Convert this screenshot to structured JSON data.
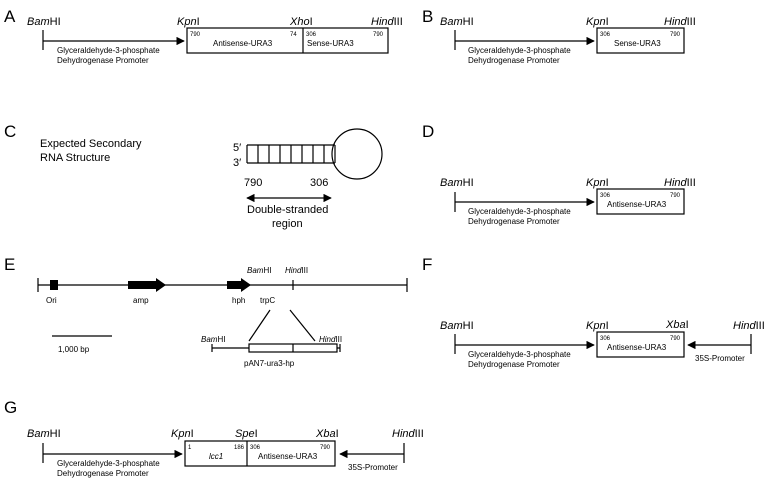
{
  "labels": {
    "A": "A",
    "B": "B",
    "C": "C",
    "D": "D",
    "E": "E",
    "F": "F",
    "G": "G"
  },
  "sites": {
    "bam_italic": "Bam",
    "bam_rest": "HI",
    "kpn_italic": "Kpn",
    "kpn_rest": "I",
    "xho_italic": "Xho",
    "xho_rest": "I",
    "hind_italic": "Hind",
    "hind_rest": "III",
    "spe_italic": "Spe",
    "spe_rest": "I",
    "xba_italic": "Xba",
    "xba_rest": "I"
  },
  "promoter": {
    "line1": "Glyceraldehyde-3-phosphate",
    "line2": "Dehydrogenase Promoter"
  },
  "promoter_35s": "35S-Promoter",
  "panel_a": {
    "antisense": "Antisense-URA3",
    "sense": "Sense-URA3",
    "n790a": "790",
    "n74": "74",
    "n306": "306",
    "n790b": "790"
  },
  "panel_b": {
    "sense": "Sense-URA3",
    "n306": "306",
    "n790": "790"
  },
  "panel_c": {
    "title1": "Expected Secondary",
    "title2": "RNA Structure",
    "five": "5′",
    "three": "3′",
    "n790": "790",
    "n306": "306",
    "ds1": "Double-stranded",
    "ds2": "region"
  },
  "panel_d": {
    "antisense": "Antisense-URA3",
    "n306": "306",
    "n790": "790"
  },
  "panel_e": {
    "ori": "Ori",
    "amp": "amp",
    "hph": "hph",
    "trpC": "trpC",
    "scale": "1,000 bp",
    "insert": "pAN7-ura3-hp"
  },
  "panel_f": {
    "antisense": "Antisense-URA3",
    "n306": "306",
    "n790": "790"
  },
  "panel_g": {
    "lcc1": "lcc1",
    "antisense": "Antisense-URA3",
    "n1": "1",
    "n186": "186",
    "n306": "306",
    "n790": "790"
  }
}
